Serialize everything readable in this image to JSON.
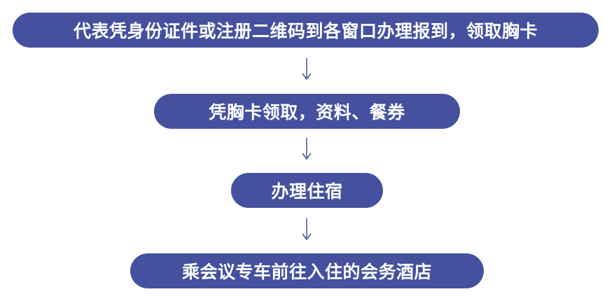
{
  "flow": {
    "steps": [
      {
        "label": "代表凭身份证件或注册二维码到各窗口办理报到，领取胸卡"
      },
      {
        "label": "凭胸卡领取，资料、餐券"
      },
      {
        "label": "办理住宿"
      },
      {
        "label": "乘会议专车前往入住的会务酒店"
      }
    ]
  },
  "colors": {
    "step_fill": "#45519e",
    "step_text": "#ffffff",
    "arrow": "#4a5aa5"
  }
}
